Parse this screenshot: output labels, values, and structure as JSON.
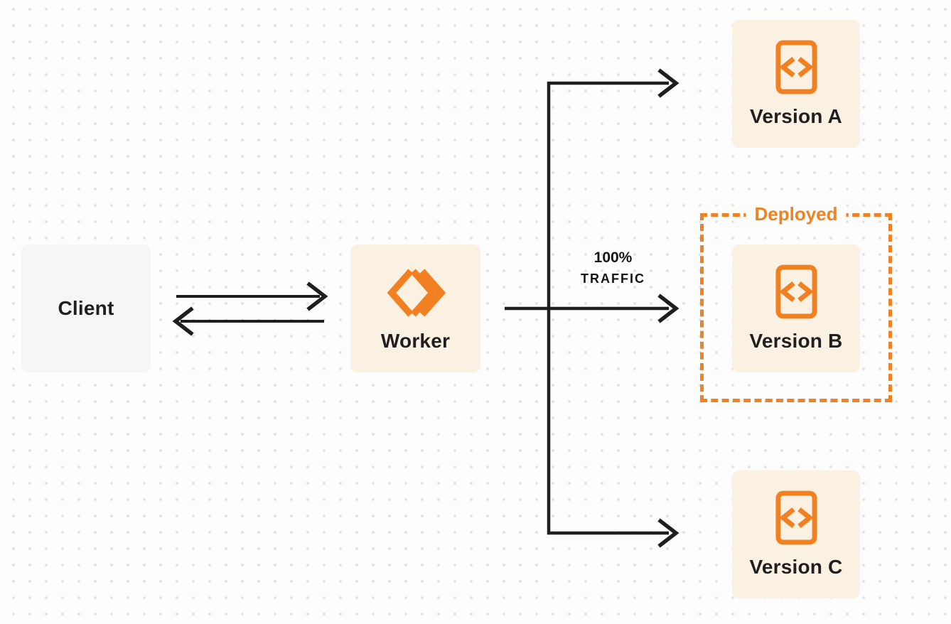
{
  "diagram": {
    "title": "worker versions traffic routing",
    "nodes": {
      "client": {
        "label": "Client"
      },
      "worker": {
        "label": "Worker",
        "icon": "worker-double-chevron-icon"
      },
      "version_a": {
        "label": "Version A",
        "icon": "code-file-icon"
      },
      "version_b": {
        "label": "Version B",
        "icon": "code-file-icon",
        "status": "Deployed"
      },
      "version_c": {
        "label": "Version C",
        "icon": "code-file-icon"
      }
    },
    "deployed_group": {
      "label": "Deployed"
    },
    "edges": {
      "client_worker": "bidirectional",
      "worker_to_version_a": "arrow",
      "worker_to_version_b": {
        "label_line1": "100%",
        "label_line2": "TRAFFIC"
      },
      "worker_to_version_c": "arrow"
    },
    "colors": {
      "accent_orange": "#f08124",
      "icon_orange": "#f38020",
      "node_cream": "#fbf1e3",
      "node_gray": "#f6f6f7",
      "line_dark": "#1e1e1e",
      "background": "#fdfdfd",
      "grid_dot": "#e2e2e2"
    }
  }
}
